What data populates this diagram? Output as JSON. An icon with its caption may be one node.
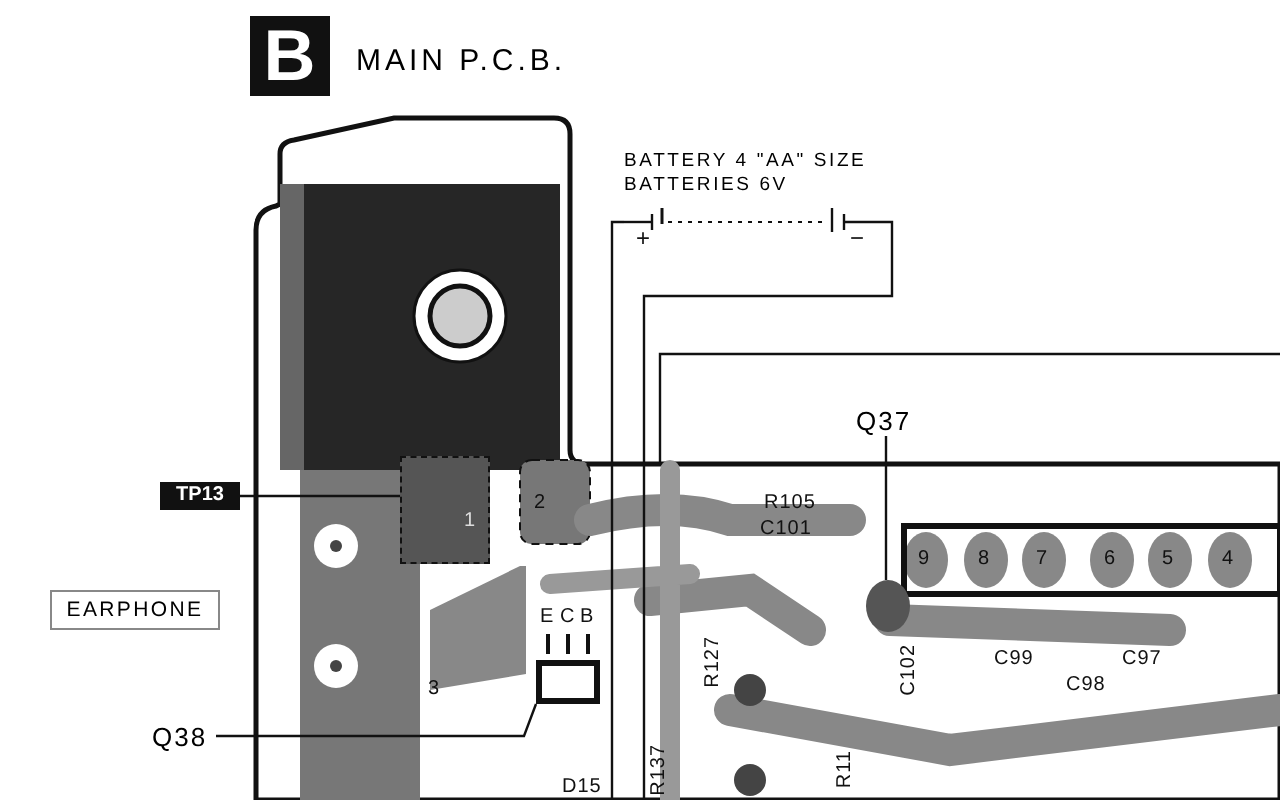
{
  "diagram": {
    "title": "MAIN P.C.B.",
    "nodes": [
      {
        "text": [
          "BATTERY 4 \"AA\" SIZE BATTERIES 6V"
        ],
        "beside": [
          "+",
          "−"
        ]
      },
      {
        "text": [],
        "shape": "box"
      },
      {
        "text": [
          "TP13"
        ]
      },
      {
        "text": [],
        "shape": "box",
        "in": 1
      },
      {
        "text": [
          "EARPHONE"
        ]
      },
      {
        "text": [
          "Q38"
        ]
      },
      {
        "text": [],
        "shape": "box",
        "in": 1
      },
      {
        "text": [
          "Q37"
        ]
      },
      {
        "text": [],
        "shape": "circle",
        "in": 1,
        "beside": [
          "C102"
        ]
      }
    ],
    "edges": [
      {
        "from": 0,
        "to": 1,
        "arrow": "none"
      },
      {
        "from": 0,
        "to": 1,
        "arrow": "none"
      },
      {
        "from": 2,
        "to": 3,
        "arrow": "none"
      },
      {
        "from": 5,
        "to": 6,
        "arrow": "none"
      },
      {
        "from": 7,
        "to": 8,
        "arrow": "none"
      }
    ],
    "labels": [
      "B",
      "R105",
      "C101",
      "1",
      "2",
      "9",
      "8",
      "7",
      "6",
      "5",
      "4",
      "E",
      "C",
      "B",
      "C99",
      "C97",
      "C98",
      "R127",
      "3",
      "R137",
      "R11",
      "D15"
    ]
  }
}
